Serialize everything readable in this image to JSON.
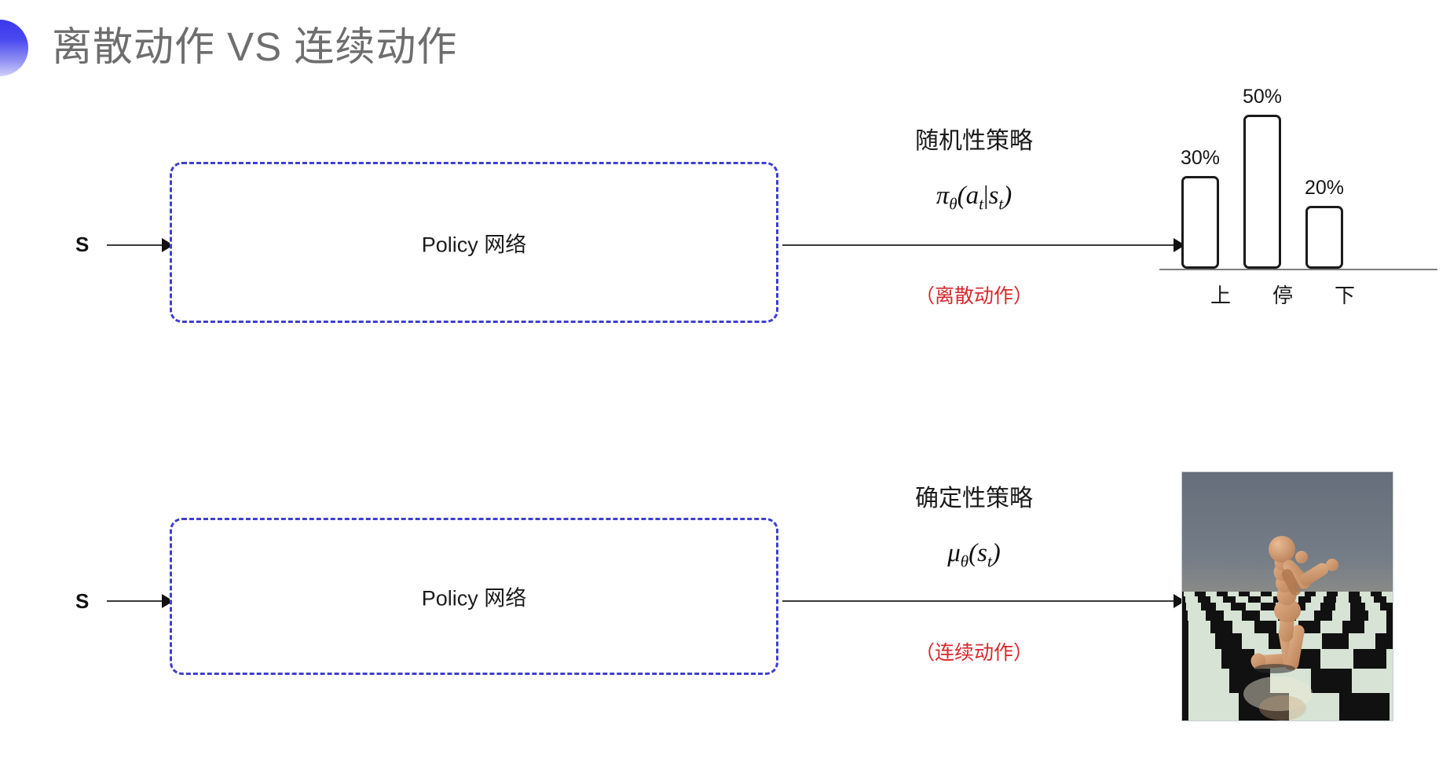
{
  "slide": {
    "title": "离散动作 VS 连续动作",
    "accent_color": "#3a39ee",
    "note_color": "#d6282d",
    "box_border_color": "#3f3fcf"
  },
  "rows": [
    {
      "id": "discrete",
      "input_label": "S",
      "box_label": "Policy 网络",
      "annot_heading": "随机性策略",
      "annot_formula": "π_θ(a_t|s_t)",
      "annot_note": "（离散动作）"
    },
    {
      "id": "continuous",
      "input_label": "S",
      "box_label": "Policy 网络",
      "annot_heading": "确定性策略",
      "annot_formula": "μ_θ(s_t)",
      "annot_note": "（连续动作）"
    }
  ],
  "chart_data": {
    "type": "bar",
    "title": "",
    "categories": [
      "上",
      "停",
      "下"
    ],
    "values": [
      30,
      50,
      20
    ],
    "value_labels": [
      "30%",
      "50%",
      "20%"
    ],
    "xlabel": "",
    "ylabel": "",
    "ylim": [
      0,
      60
    ],
    "grid": false,
    "legend": "none",
    "bar_style": "outline",
    "bar_edge_color": "#1b1b1b",
    "axis_color": "#7d7d7d"
  },
  "humanoid": {
    "caption": "",
    "sky_color": "#6e7682",
    "floor_light": "#d7e3d4",
    "floor_dark": "#0d0d0d",
    "body_color": "#d49a70"
  }
}
